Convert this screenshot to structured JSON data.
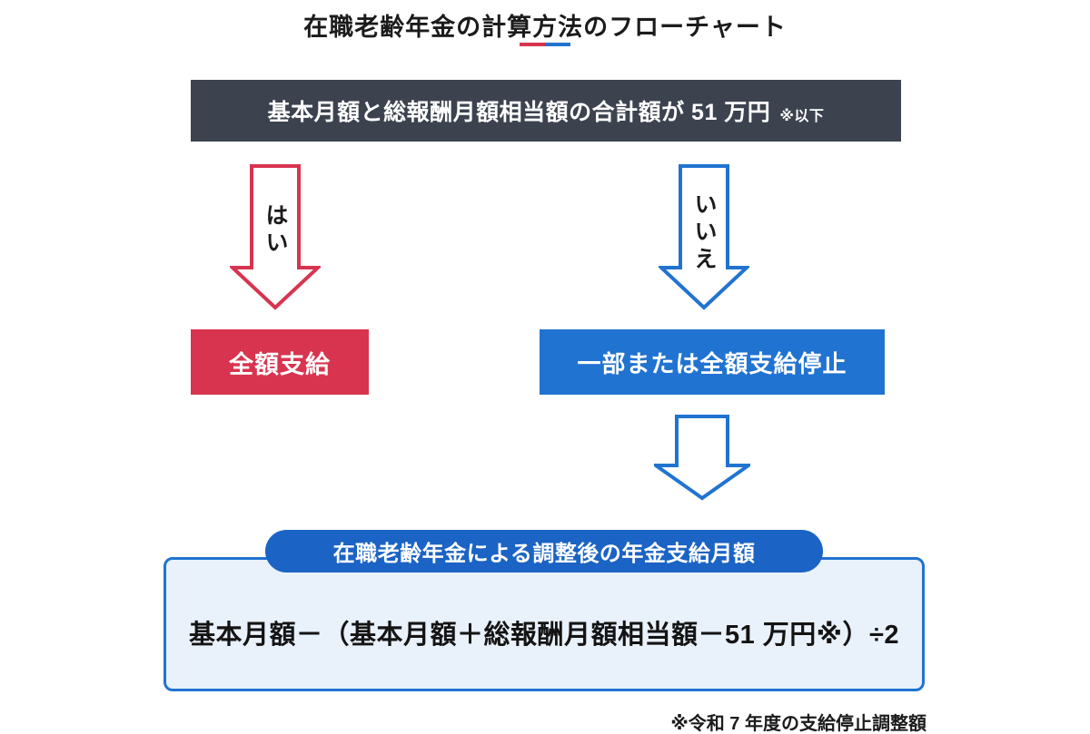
{
  "title": {
    "text": "在職老齢年金の計算方法のフローチャート"
  },
  "condition": {
    "main": "基本月額と総報酬月額相当額の合計額が 51 万円",
    "note": "※以下"
  },
  "yes_branch": {
    "arrow_label": "はい",
    "result": "全額支給"
  },
  "no_branch": {
    "arrow_label": "いいえ",
    "result": "一部または全額支給停止"
  },
  "adjusted": {
    "badge": "在職老齢年金による調整後の年金支給月額",
    "formula": "基本月額－（基本月額＋総報酬月額相当額－51 万円※）÷2"
  },
  "footnote": "※令和 7 年度の支給停止調整額",
  "colors": {
    "red": "#d8344f",
    "blue": "#2173d1",
    "dark_slate": "#3c434f",
    "badge_blue": "#1b63c4",
    "panel_bg": "#e9f1fb"
  }
}
